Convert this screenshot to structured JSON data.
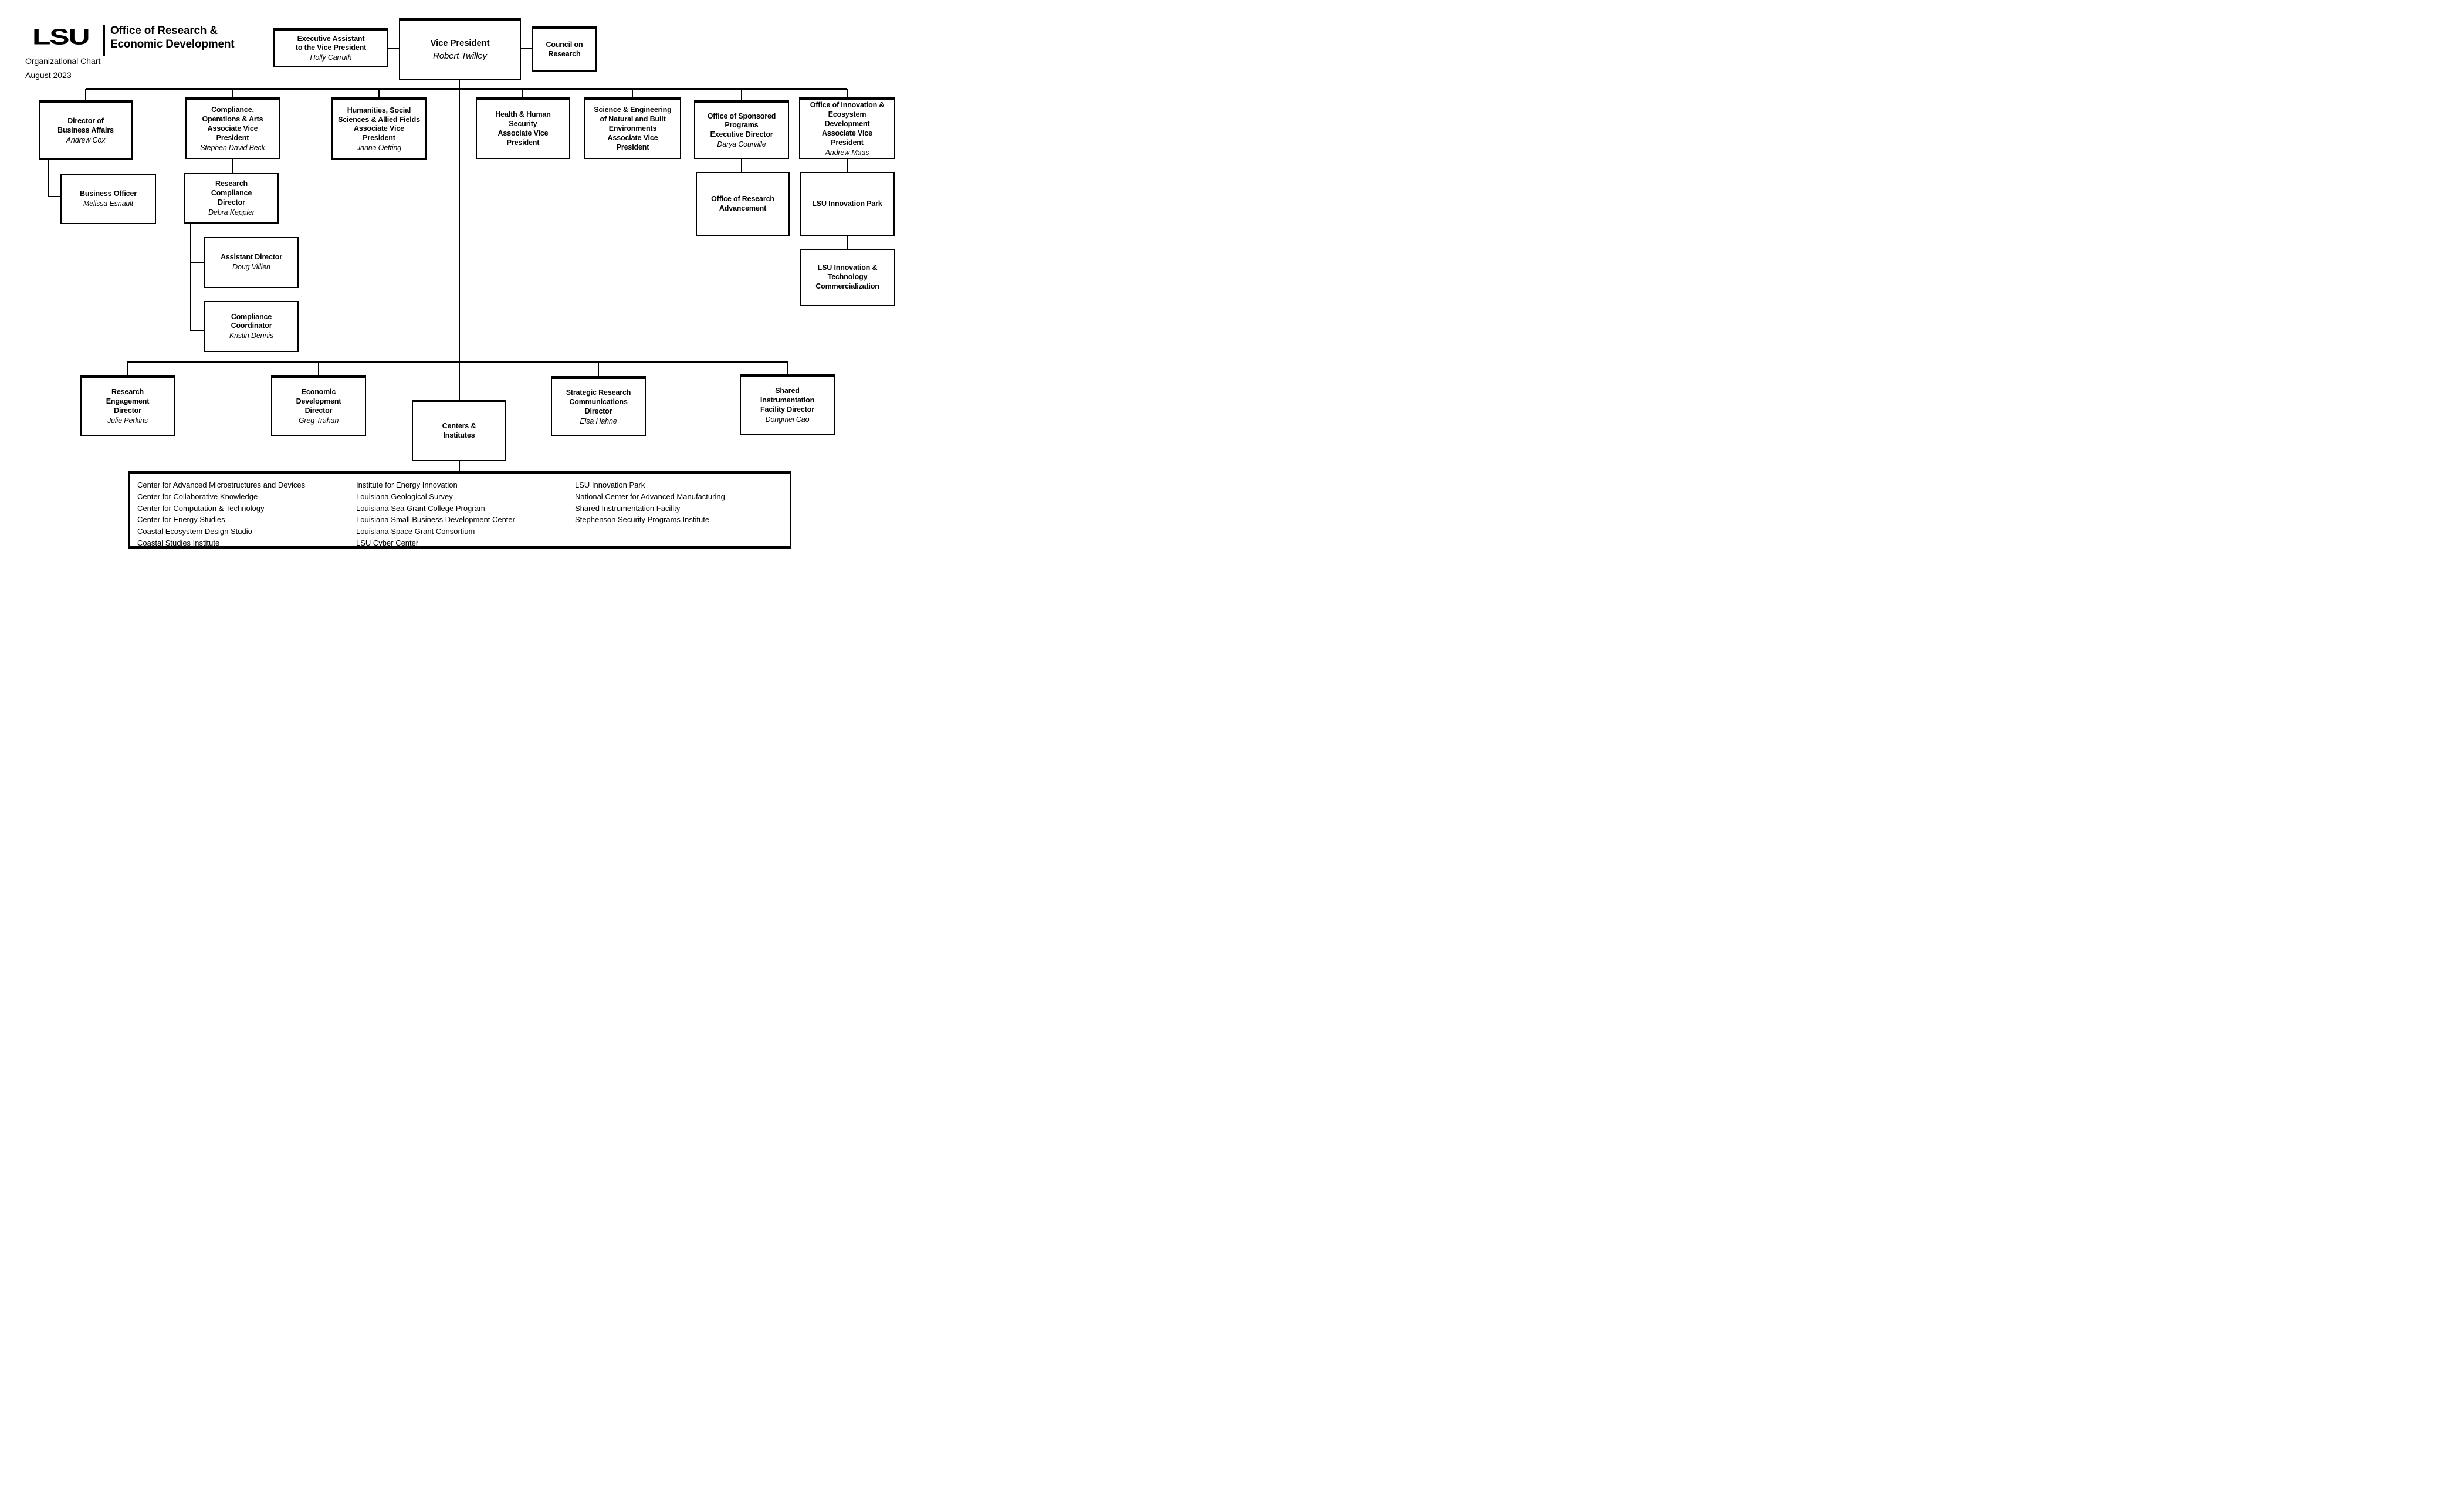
{
  "header": {
    "logo": "LSU",
    "title_line1": "Office of Research &",
    "title_line2": "Economic Development",
    "subtitle": "Organizational Chart",
    "date": "August 2023"
  },
  "colors": {
    "line": "#000000",
    "text": "#000000",
    "background": "#ffffff"
  },
  "org": {
    "executive_assistant": {
      "title": "Executive Assistant\nto the Vice President",
      "name": "Holly Carruth"
    },
    "vice_president": {
      "title": "Vice President",
      "name": "Robert Twilley"
    },
    "council_on_research": {
      "title": "Council on\nResearch",
      "name": ""
    },
    "director_business_affairs": {
      "title": "Director of\nBusiness Affairs",
      "name": "Andrew Cox"
    },
    "business_officer": {
      "title": "Business Officer",
      "name": "Melissa Esnault"
    },
    "compliance_ops_arts_avp": {
      "title": "Compliance,\nOperations & Arts\nAssociate Vice\nPresident",
      "name": "Stephen David Beck"
    },
    "research_compliance_director": {
      "title": "Research\nCompliance\nDirector",
      "name": "Debra Keppler"
    },
    "assistant_director": {
      "title": "Assistant Director",
      "name": "Doug Villien"
    },
    "compliance_coordinator": {
      "title": "Compliance\nCoordinator",
      "name": "Kristin Dennis"
    },
    "humanities_avp": {
      "title": "Humanities, Social\nSciences & Allied Fields\nAssociate Vice\nPresident",
      "name": "Janna Oetting"
    },
    "health_human_security_avp": {
      "title": "Health & Human\nSecurity\nAssociate Vice\nPresident",
      "name": ""
    },
    "science_engineering_avp": {
      "title": "Science & Engineering\nof Natural and Built\nEnvironments\nAssociate Vice\nPresident",
      "name": ""
    },
    "sponsored_programs_ed": {
      "title": "Office of Sponsored\nPrograms\nExecutive Director",
      "name": "Darya Courville"
    },
    "research_advancement": {
      "title": "Office of Research\nAdvancement",
      "name": ""
    },
    "innovation_ecosystem_avp": {
      "title": "Office of Innovation &\nEcosystem\nDevelopment\nAssociate Vice\nPresident",
      "name": "Andrew Maas"
    },
    "innovation_park": {
      "title": "LSU Innovation Park",
      "name": ""
    },
    "innovation_tech_commercialization": {
      "title": "LSU Innovation &\nTechnology\nCommercialization",
      "name": ""
    },
    "research_engagement_director": {
      "title": "Research\nEngagement\nDirector",
      "name": "Julie Perkins"
    },
    "economic_development_director": {
      "title": "Economic\nDevelopment\nDirector",
      "name": "Greg Trahan"
    },
    "centers_institutes": {
      "title": "Centers &\nInstitutes",
      "name": ""
    },
    "strategic_research_communications_director": {
      "title": "Strategic Research\nCommunications\nDirector",
      "name": "Elsa Hahne"
    },
    "shared_instrumentation_facility_director": {
      "title": "Shared\nInstrumentation\nFacility Director",
      "name": "Dongmei Cao"
    }
  },
  "centers": {
    "col1": [
      "Center for Advanced Microstructures and Devices",
      "Center for Collaborative Knowledge",
      "Center for Computation & Technology",
      "Center for Energy Studies",
      "Coastal Ecosystem Design Studio",
      "Coastal Studies Institute"
    ],
    "col2": [
      "Institute for Energy Innovation",
      "Louisiana Geological Survey",
      "Louisiana Sea Grant College Program",
      "Louisiana Small Business Development Center",
      "Louisiana Space Grant Consortium",
      "LSU Cyber Center"
    ],
    "col3": [
      "LSU Innovation Park",
      "National Center for Advanced Manufacturing",
      "Shared Instrumentation Facility",
      "Stephenson Security Programs Institute"
    ]
  }
}
